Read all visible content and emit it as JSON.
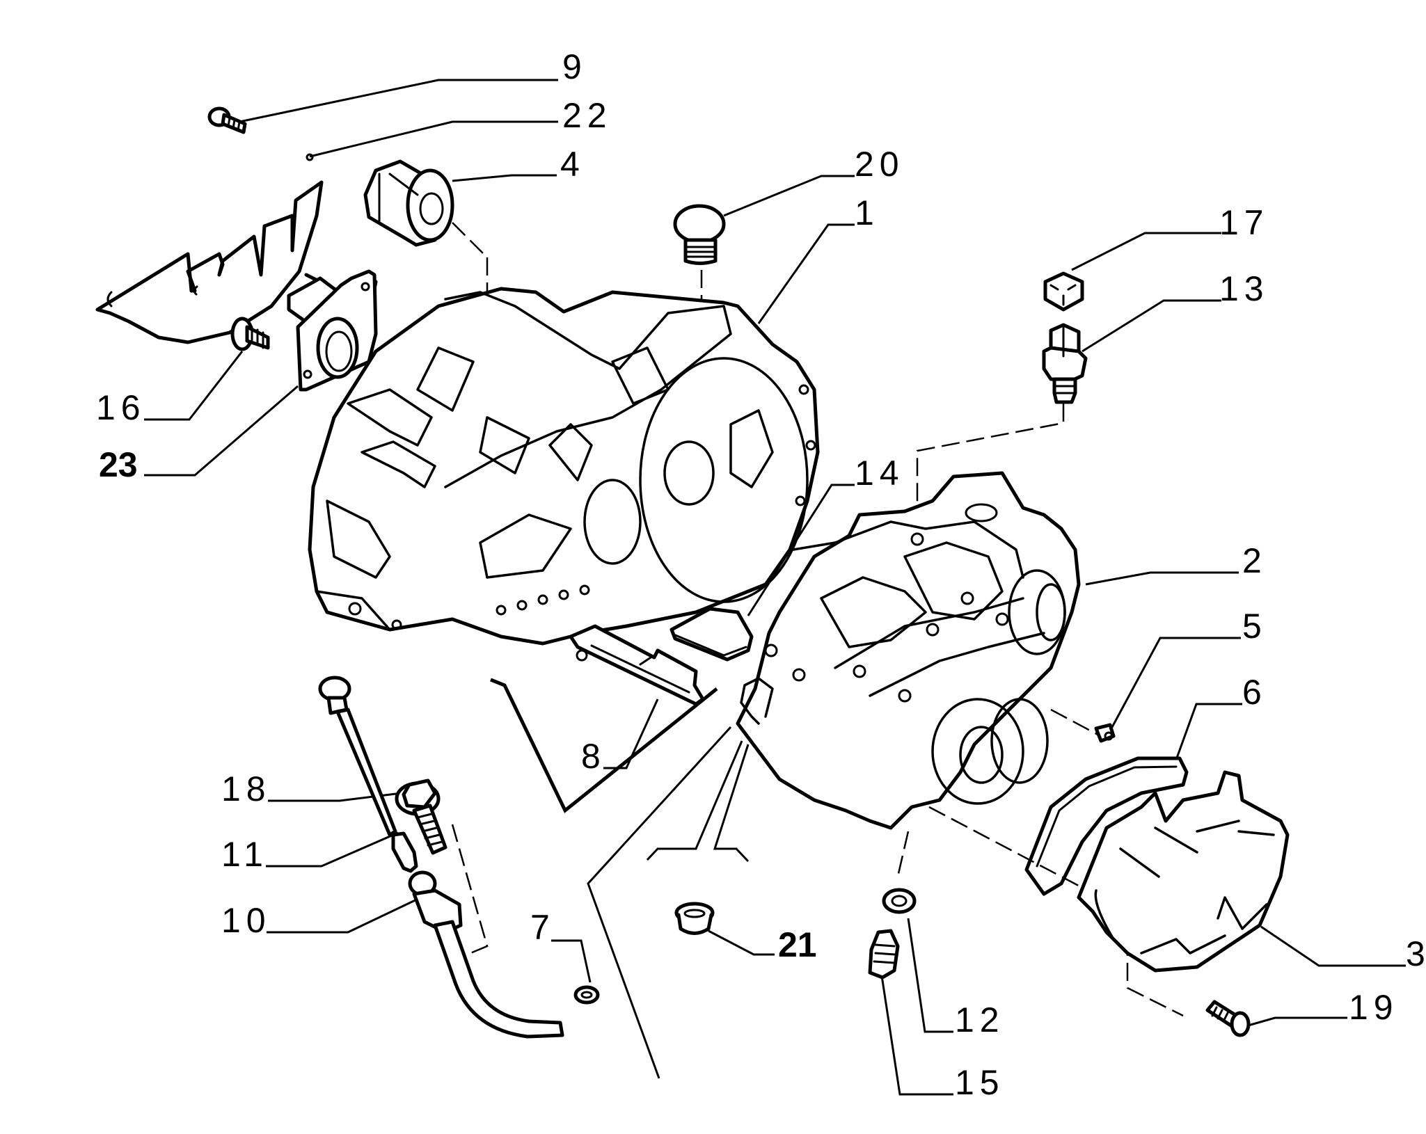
{
  "diagram": {
    "title": "Gearbox housing exploded parts view",
    "ink_color": "#000000",
    "background_color": "#ffffff",
    "callouts": [
      {
        "id": "c9",
        "label": "9"
      },
      {
        "id": "c22",
        "label": "22"
      },
      {
        "id": "c4",
        "label": "4"
      },
      {
        "id": "c20",
        "label": "20"
      },
      {
        "id": "c1",
        "label": "1"
      },
      {
        "id": "c17",
        "label": "17"
      },
      {
        "id": "c13",
        "label": "13"
      },
      {
        "id": "c16",
        "label": "16"
      },
      {
        "id": "c23",
        "label": "23"
      },
      {
        "id": "c14",
        "label": "14"
      },
      {
        "id": "c2",
        "label": "2"
      },
      {
        "id": "c5",
        "label": "5"
      },
      {
        "id": "c6",
        "label": "6"
      },
      {
        "id": "c8",
        "label": "8"
      },
      {
        "id": "c18",
        "label": "18"
      },
      {
        "id": "c11",
        "label": "11"
      },
      {
        "id": "c10",
        "label": "10"
      },
      {
        "id": "c21",
        "label": "21"
      },
      {
        "id": "c7",
        "label": "7"
      },
      {
        "id": "c3",
        "label": "3"
      },
      {
        "id": "c12",
        "label": "12"
      },
      {
        "id": "c19",
        "label": "19"
      },
      {
        "id": "c15",
        "label": "15"
      }
    ],
    "parts": [
      {
        "number": "1",
        "name": "clutch-bell-housing"
      },
      {
        "number": "2",
        "name": "gearbox-housing"
      },
      {
        "number": "3",
        "name": "rear-cover"
      },
      {
        "number": "4",
        "name": "bearing-sleeve"
      },
      {
        "number": "5",
        "name": "dowel-pin"
      },
      {
        "number": "6",
        "name": "cover-gasket"
      },
      {
        "number": "7",
        "name": "seal-washer"
      },
      {
        "number": "8",
        "name": "guide-bracket"
      },
      {
        "number": "9",
        "name": "screw"
      },
      {
        "number": "10",
        "name": "dipstick-tube"
      },
      {
        "number": "11",
        "name": "dipstick"
      },
      {
        "number": "12",
        "name": "washer"
      },
      {
        "number": "13",
        "name": "switch-sender"
      },
      {
        "number": "14",
        "name": "plug-pad"
      },
      {
        "number": "15",
        "name": "drain-plug"
      },
      {
        "number": "16",
        "name": "bolt"
      },
      {
        "number": "17",
        "name": "cap"
      },
      {
        "number": "18",
        "name": "flange-bolt"
      },
      {
        "number": "19",
        "name": "cover-bolt"
      },
      {
        "number": "20",
        "name": "filler-plug"
      },
      {
        "number": "21",
        "name": "cup-plug"
      },
      {
        "number": "22",
        "name": "shield-plate"
      },
      {
        "number": "23",
        "name": "clutch-release-guide"
      }
    ]
  }
}
